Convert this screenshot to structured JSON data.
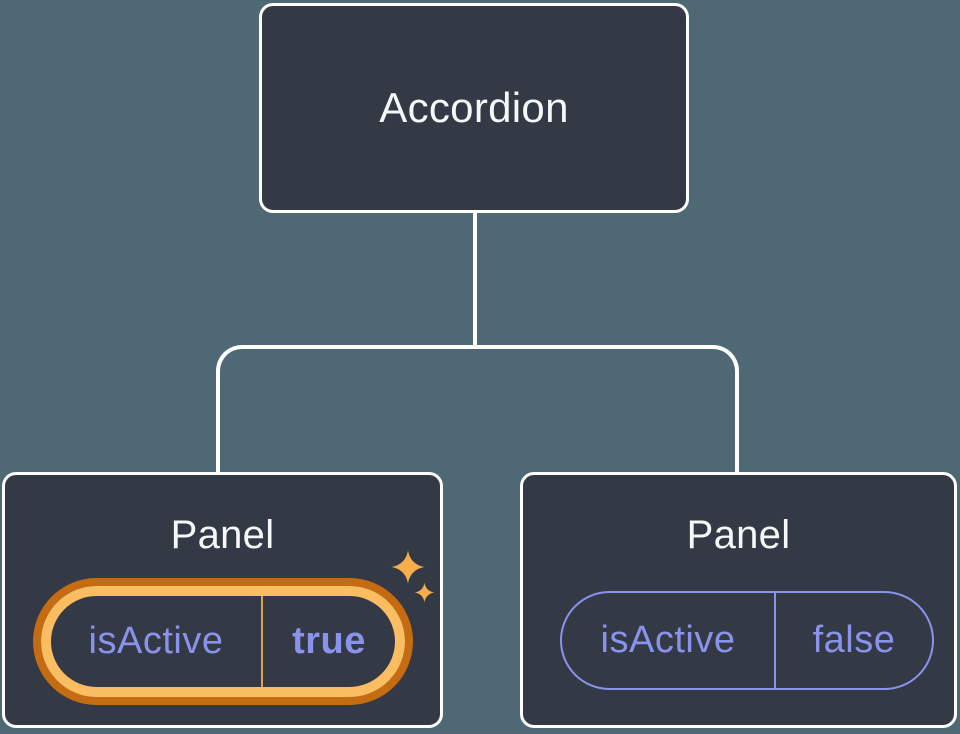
{
  "diagram": {
    "root_label": "Accordion",
    "panels": [
      {
        "title": "Panel",
        "prop_name": "isActive",
        "prop_value": "true",
        "highlighted": true
      },
      {
        "title": "Panel",
        "prop_name": "isActive",
        "prop_value": "false",
        "highlighted": false
      }
    ]
  },
  "colors": {
    "canvas_bg": "#4E6973",
    "node_bg": "#343946",
    "node_border": "#FFFFFF",
    "connector": "#FFFFFF",
    "text_title": "#F6F7F9",
    "prop_purple": "#8A93EC",
    "highlight_gold": "#FABD62",
    "highlight_orange": "#C56C13",
    "divider_gold": "#DEA24C",
    "sparkle_gold": "#F6AE4D"
  },
  "icons": {
    "sparkles": "sparkles-icon"
  }
}
